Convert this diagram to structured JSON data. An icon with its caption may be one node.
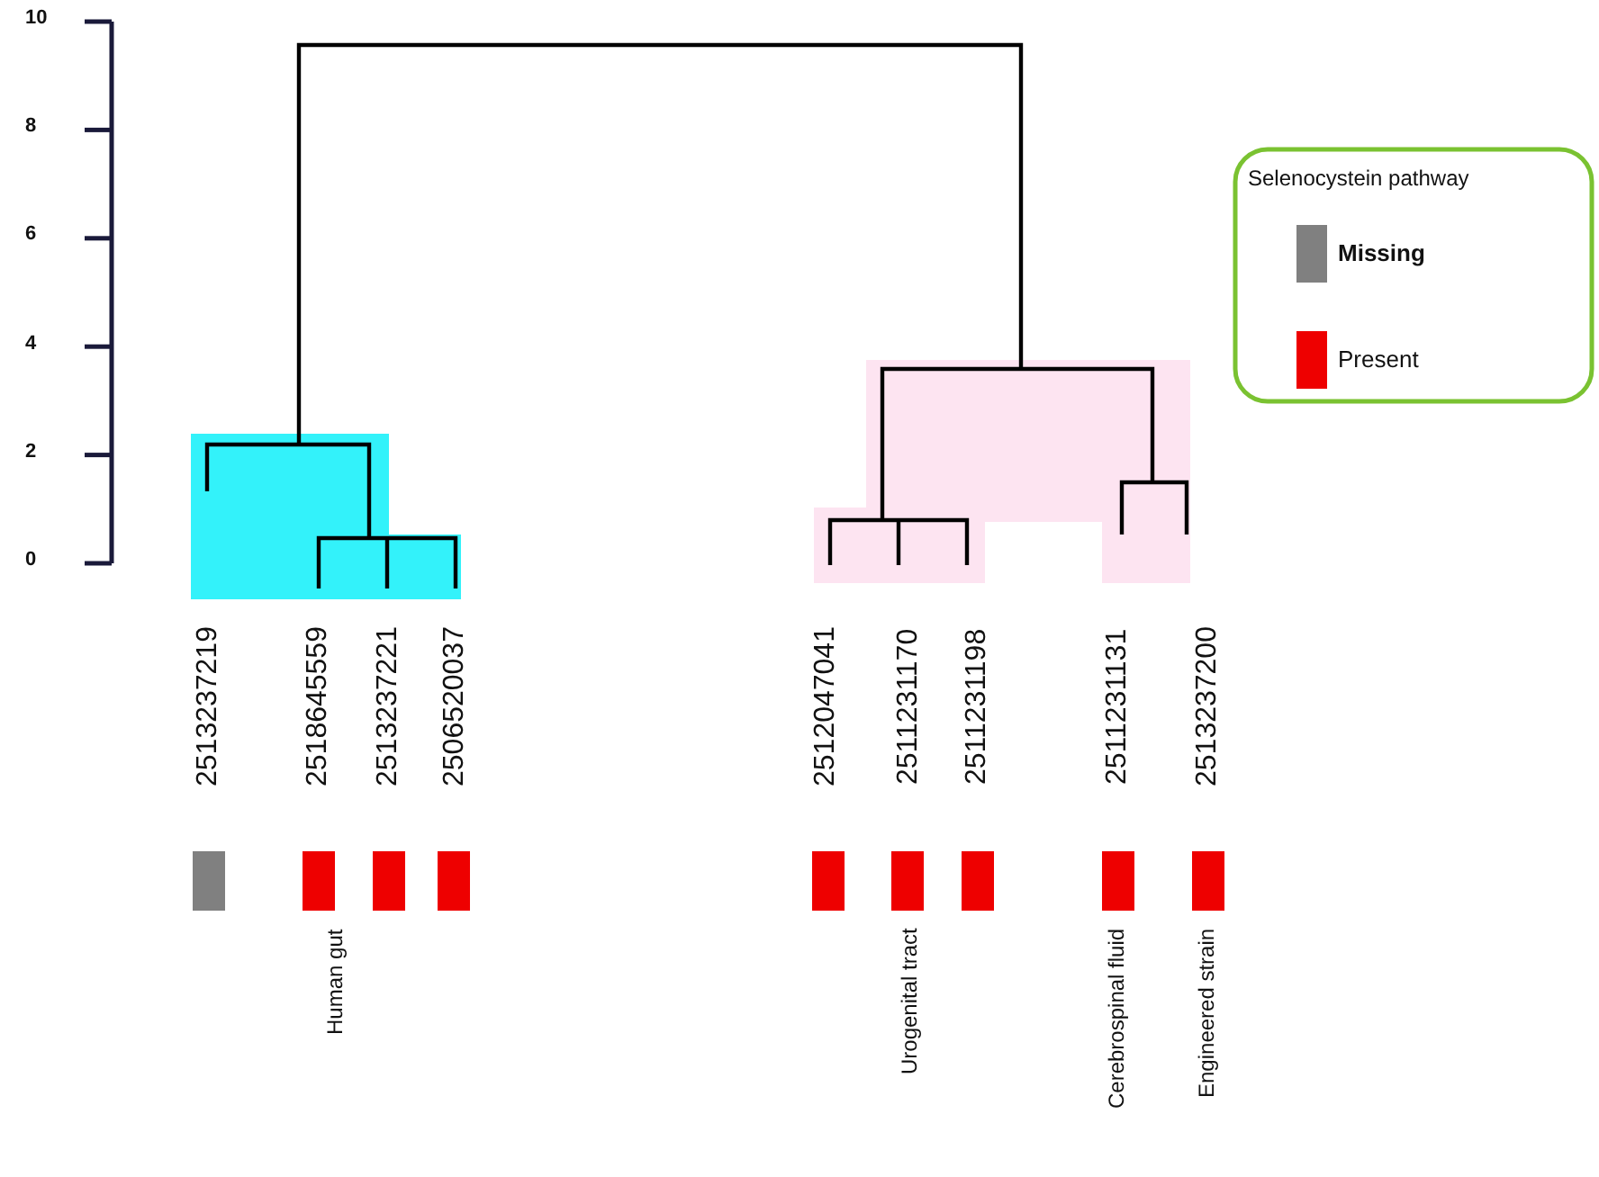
{
  "diagram": {
    "nodes": [
      {
        "text": [
          "2513237219"
        ]
      },
      {
        "text": [
          "2518645559"
        ]
      },
      {
        "text": [
          "2513237221"
        ]
      },
      {
        "text": [
          "2506520037"
        ]
      },
      {
        "text": [
          "2512047041"
        ]
      },
      {
        "text": [
          "2511231170"
        ]
      },
      {
        "text": [
          "2511231198"
        ]
      },
      {
        "text": [
          "2511231131"
        ]
      },
      {
        "text": [
          "2513237200"
        ]
      },
      {
        "text": [],
        "shape": "box"
      },
      {
        "text": [],
        "shape": "box"
      },
      {
        "text": [],
        "shape": "box"
      },
      {
        "text": [],
        "shape": "box"
      },
      {
        "text": [],
        "shape": "box"
      },
      {
        "text": [],
        "shape": "box"
      },
      {
        "text": [],
        "shape": "box"
      },
      {
        "text": [],
        "shape": "box"
      },
      {
        "text": [],
        "shape": "box"
      }
    ],
    "labels": [
      "10",
      "8",
      "6",
      "4",
      "2",
      "0",
      "Selenocystein pathway",
      "Human gut",
      "Urogenital tract",
      "Cerebrospinal fluid",
      "Engineered strain"
    ],
    "legend": [
      {
        "text": "Missing",
        "color": "#808080"
      },
      {
        "text": "Present",
        "color": "#ee0000"
      }
    ]
  }
}
